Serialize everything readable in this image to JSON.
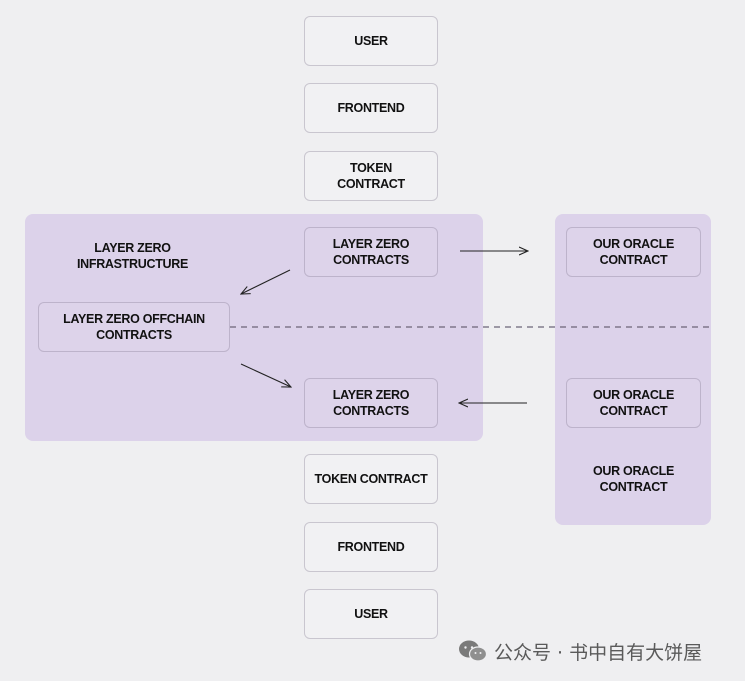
{
  "left_column": {
    "user_top": "USER",
    "frontend_top": "FRONTEND",
    "token_contract_top": "TOKEN\nCONTRACT",
    "lz_contracts_top": "LAYER ZERO\nCONTRACTS",
    "lz_contracts_bottom": "LAYER ZERO\nCONTRACTS",
    "token_contract_bottom": "TOKEN CONTRACT",
    "frontend_bottom": "FRONTEND",
    "user_bottom": "USER"
  },
  "layer_zero_region": {
    "label": "LAYER ZERO\nINFRASTRUCTURE",
    "offchain_box": "LAYER ZERO  OFFCHAIN\nCONTRACTS"
  },
  "oracle_region": {
    "oracle_top": "OUR ORACLE\nCONTRACT",
    "oracle_middle": "OUR ORACLE\nCONTRACT",
    "oracle_bottom_label": "OUR ORACLE\nCONTRACT"
  },
  "watermark": {
    "text": "公众号 · 书中自有大饼屋"
  },
  "colors": {
    "background": "#efeff1",
    "region_fill": "#dcd2ea",
    "box_fill": "#f1f1f3",
    "box_border": "#c9c6cf",
    "arrow": "#222222",
    "dashed_line": "#6b6478"
  }
}
